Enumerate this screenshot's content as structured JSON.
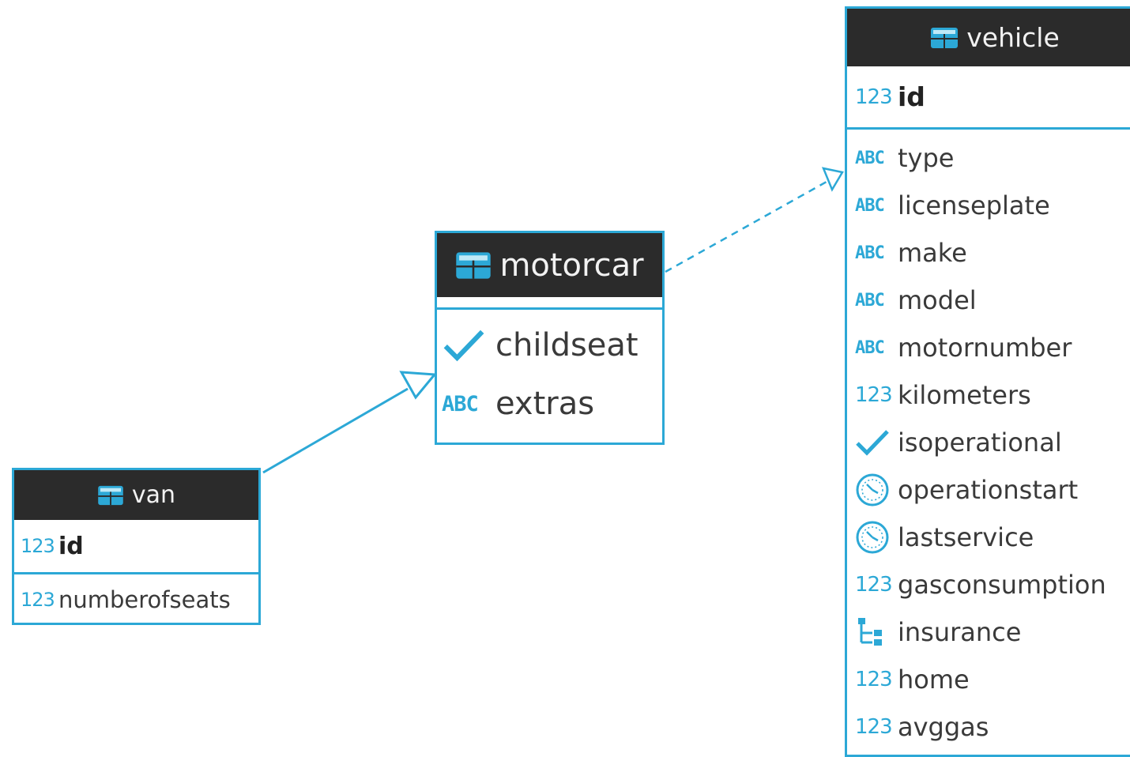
{
  "colors": {
    "accent": "#2ca8d6",
    "header_bg": "#2b2b2b",
    "header_text": "#f2f2f2",
    "text": "#3a3a3a"
  },
  "entities": {
    "vehicle": {
      "name": "vehicle",
      "key_columns": [
        {
          "icon": "number-type-icon",
          "icon_text": "123",
          "name": "id"
        }
      ],
      "columns": [
        {
          "icon": "text-type-icon",
          "icon_text": "ABC",
          "name": "type"
        },
        {
          "icon": "text-type-icon",
          "icon_text": "ABC",
          "name": "licenseplate"
        },
        {
          "icon": "text-type-icon",
          "icon_text": "ABC",
          "name": "make"
        },
        {
          "icon": "text-type-icon",
          "icon_text": "ABC",
          "name": "model"
        },
        {
          "icon": "text-type-icon",
          "icon_text": "ABC",
          "name": "motornumber"
        },
        {
          "icon": "number-type-icon",
          "icon_text": "123",
          "name": "kilometers"
        },
        {
          "icon": "boolean-check-icon",
          "name": "isoperational"
        },
        {
          "icon": "datetime-clock-icon",
          "name": "operationstart"
        },
        {
          "icon": "datetime-clock-icon",
          "name": "lastservice"
        },
        {
          "icon": "number-type-icon",
          "icon_text": "123",
          "name": "gasconsumption"
        },
        {
          "icon": "tree-struct-icon",
          "name": "insurance"
        },
        {
          "icon": "number-type-icon",
          "icon_text": "123",
          "name": "home"
        },
        {
          "icon": "number-type-icon",
          "icon_text": "123",
          "name": "avggas"
        }
      ]
    },
    "motorcar": {
      "name": "motorcar",
      "key_columns": [],
      "columns": [
        {
          "icon": "boolean-check-icon",
          "name": "childseat"
        },
        {
          "icon": "text-type-icon",
          "icon_text": "ABC",
          "name": "extras"
        }
      ]
    },
    "van": {
      "name": "van",
      "key_columns": [
        {
          "icon": "number-type-icon",
          "icon_text": "123",
          "name": "id"
        }
      ],
      "columns": [
        {
          "icon": "number-type-icon",
          "icon_text": "123",
          "name": "numberofseats"
        }
      ]
    }
  },
  "relationships": [
    {
      "from": "motorcar",
      "to": "vehicle",
      "kind": "inheritance",
      "style": "dashed"
    },
    {
      "from": "van",
      "to": "motorcar",
      "kind": "inheritance",
      "style": "solid"
    }
  ]
}
